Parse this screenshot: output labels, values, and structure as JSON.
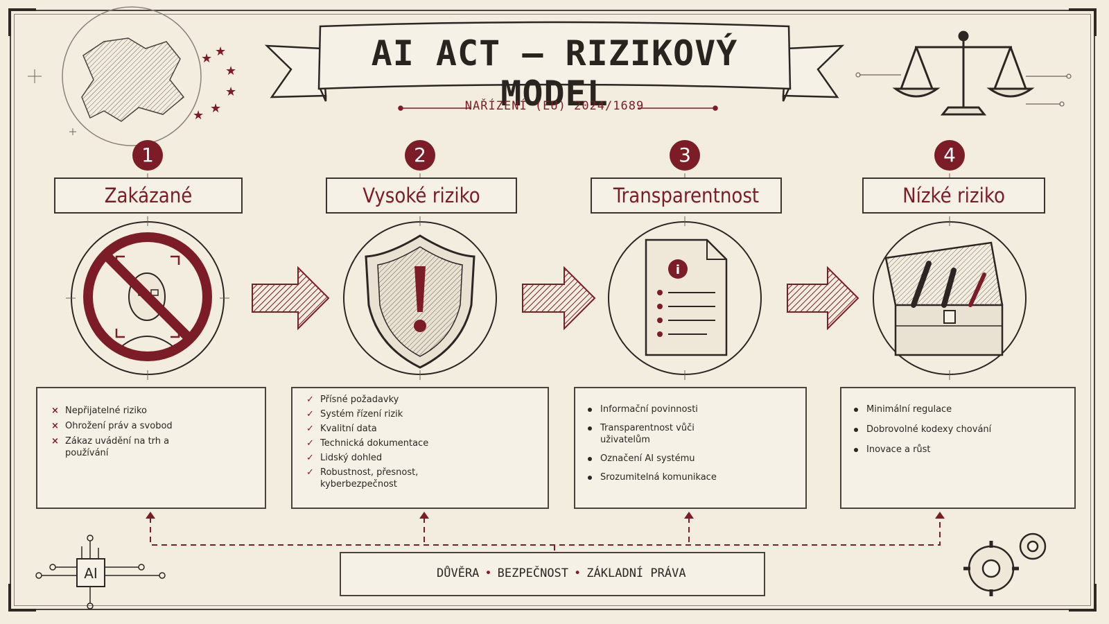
{
  "header": {
    "title": "AI ACT – RIZIKOVÝ MODEL",
    "subtitle": "NAŘÍZENÍ (EU) 2024/1689"
  },
  "colors": {
    "accent": "#7b1c26",
    "ink": "#2b2623",
    "paper": "#f3ede0"
  },
  "levels": [
    {
      "number": "1",
      "label": "Zakázané",
      "icon": "prohibited-face-scan-icon",
      "bullet_style": "cross",
      "items": [
        "Nepřijatelné riziko",
        "Ohrožení práv a svobod",
        "Zákaz uvádění na trh a používání"
      ],
      "illustration": "surveillance-camera-icon"
    },
    {
      "number": "2",
      "label": "Vysoké riziko",
      "icon": "warning-shield-icon",
      "bullet_style": "check",
      "items": [
        "Přísné požadavky",
        "Systém řízení rizik",
        "Kvalitní data",
        "Technická dokumentace",
        "Lidský dohled",
        "Robustnost, přesnost, kyberbezpečnost"
      ],
      "illustration": "binders-icon"
    },
    {
      "number": "3",
      "label": "Transparentnost",
      "icon": "info-document-icon",
      "bullet_style": "dot",
      "items": [
        "Informační povinnosti",
        "Transparentnost vůči uživatelům",
        "Označení AI systému",
        "Srozumitelná komunikace"
      ],
      "illustration": "person-speech-bubble-icon"
    },
    {
      "number": "4",
      "label": "Nízké riziko",
      "icon": "toolbox-icon",
      "bullet_style": "dot",
      "items": [
        "Minimální regulace",
        "Dobrovolné kodexy chování",
        "Inovace a růst"
      ],
      "illustration": "growth-chart-gauge-icon"
    }
  ],
  "footer": {
    "items": [
      "DŮVĚRA",
      "BEZPEČNOST",
      "ZÁKLADNÍ PRÁVA"
    ],
    "separator": "•",
    "left_icon": "people-group-icon",
    "right_icon": "shield-check-icon"
  },
  "decor": {
    "chip_label": "AI"
  }
}
